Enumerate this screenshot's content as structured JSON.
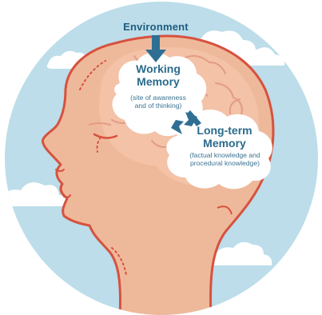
{
  "diagram": {
    "environment_label": "Environment",
    "working_memory": {
      "title_line1": "Working",
      "title_line2": "Memory",
      "desc_line1": "(site of awareness",
      "desc_line2": "and of thinking)"
    },
    "long_term_memory": {
      "title_line1": "Long-term",
      "title_line2": "Memory",
      "desc_line1": "(factual knowledge and",
      "desc_line2": "procedural knowledge)"
    }
  },
  "colors": {
    "sky": "#bcdde9",
    "skin": "#eeb99a",
    "outline": "#d6523f",
    "brain": "#f3c2a7",
    "cloud": "#ffffff",
    "arrow": "#2e6f93",
    "text": "#2b6b8c"
  },
  "icons": [
    "arrow-down-icon",
    "double-arrow-icon"
  ]
}
